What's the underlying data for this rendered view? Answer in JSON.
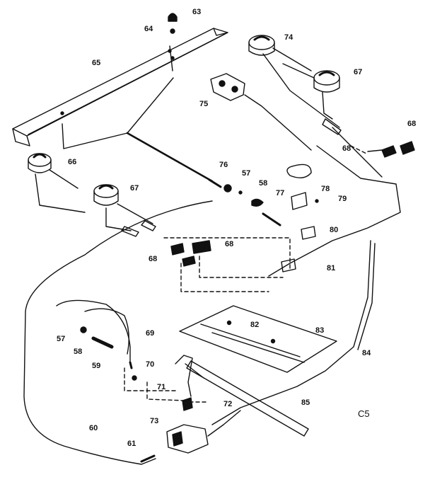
{
  "diagram": {
    "code": "C5",
    "labels": [
      "63",
      "64",
      "65",
      "74",
      "67",
      "75",
      "68",
      "68",
      "66",
      "76",
      "57",
      "58",
      "77",
      "78",
      "79",
      "67",
      "80",
      "68",
      "68",
      "81",
      "82",
      "83",
      "69",
      "57",
      "58",
      "59",
      "84",
      "70",
      "71",
      "72",
      "85",
      "60",
      "73",
      "61"
    ]
  }
}
